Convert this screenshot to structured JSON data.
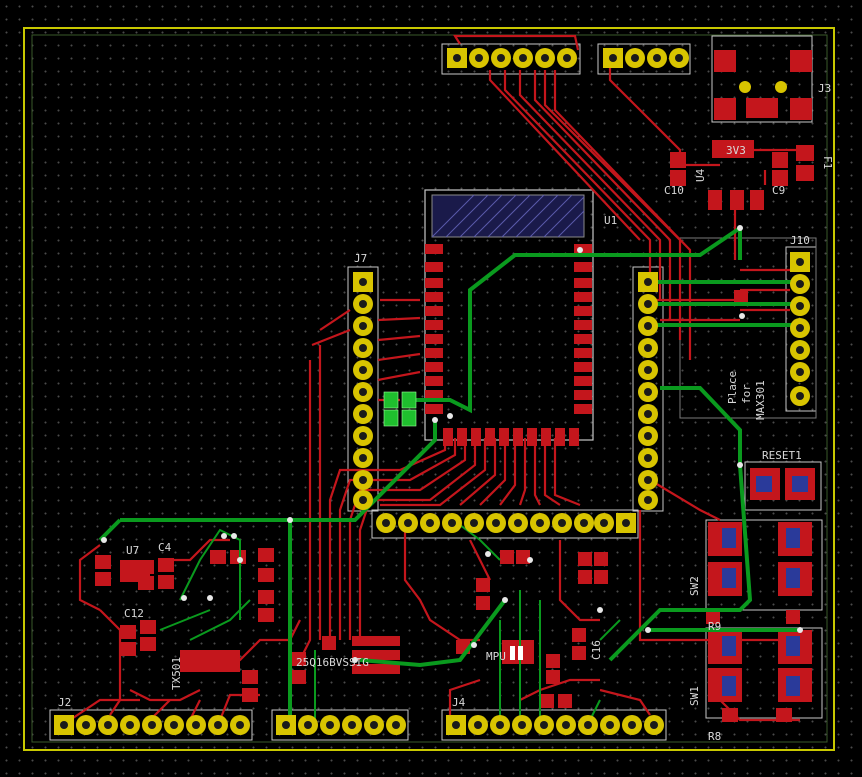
{
  "board": {
    "colors": {
      "background": "#000000",
      "front_copper": "#c4161c",
      "back_copper": "#0a9a1e",
      "pad": "#d8c400",
      "silk": "#d8d8d8",
      "courtyard": "#c8c8c8",
      "edge": "#c8c800",
      "keepout": "#2a3a9a"
    }
  },
  "labels": {
    "j3": "J3",
    "u4": "U4",
    "c10": "C10",
    "c9": "C9",
    "f1": "F1",
    "u4_value": "3V3",
    "u1": "U1",
    "j7": "J7",
    "j10": "J10",
    "place": "Place",
    "for": "for",
    "max": "MAX301",
    "reset": "RESET1",
    "sw2": "SW2",
    "sw1": "SW1",
    "r9": "R9",
    "r8": "R8",
    "u7": "U7",
    "c4": "C4",
    "c12": "C12",
    "c16": "C16",
    "tx501": "TX501",
    "j2": "J2",
    "j4": "J4",
    "flash": "25Q16BVSSIG",
    "mpu": "MPU"
  }
}
